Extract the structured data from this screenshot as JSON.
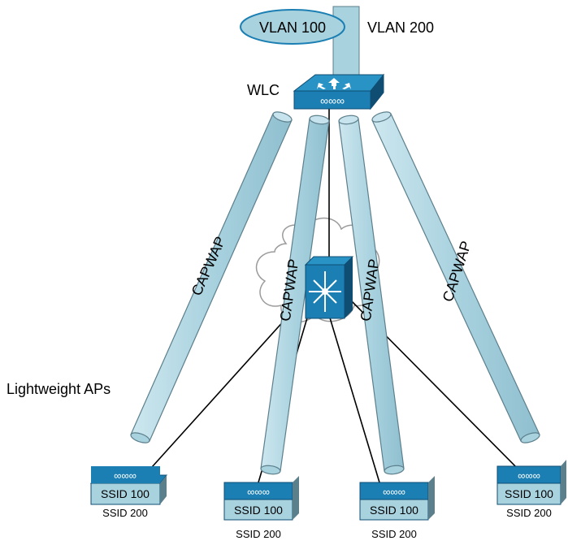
{
  "labels": {
    "vlan100": "VLAN 100",
    "vlan200": "VLAN 200",
    "wlc": "WLC",
    "ap_group": "Lightweight APs"
  },
  "tunnels": [
    {
      "label": "CAPWAP"
    },
    {
      "label": "CAPWAP"
    },
    {
      "label": "CAPWAP"
    },
    {
      "label": "CAPWAP"
    }
  ],
  "access_points": [
    {
      "ssid_primary": "SSID 100",
      "ssid_secondary": "SSID 200"
    },
    {
      "ssid_primary": "SSID 100",
      "ssid_secondary": "SSID 200"
    },
    {
      "ssid_primary": "SSID 100",
      "ssid_secondary": "SSID 200"
    },
    {
      "ssid_primary": "SSID 100",
      "ssid_secondary": "SSID 200"
    }
  ],
  "colors": {
    "device_blue": "#1b7fb3",
    "device_dark": "#0f4d73",
    "tunnel_fill": "#a9d2df",
    "tunnel_stroke": "#5c7f8c",
    "ap_body": "#a9d2df",
    "cloud_stroke": "#9b9b9b",
    "vlan_fill": "#a9d2df",
    "link": "#000000"
  }
}
